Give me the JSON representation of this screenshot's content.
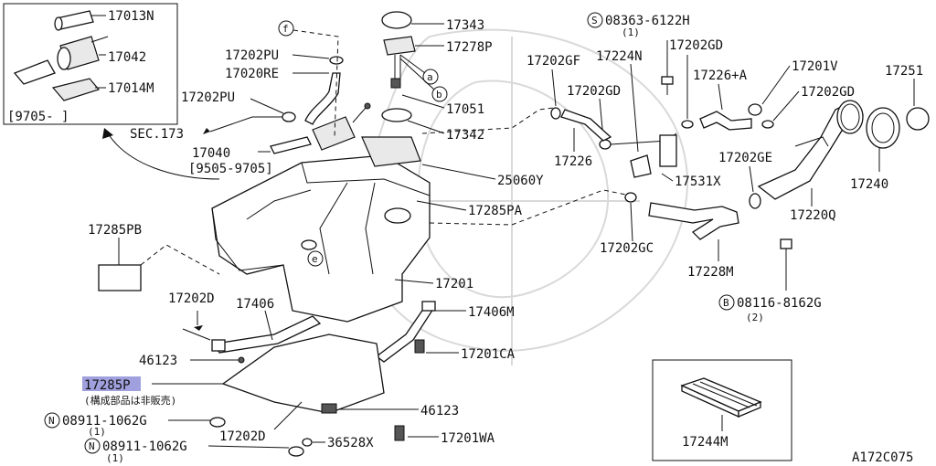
{
  "callouts": {
    "c17013N": "17013N",
    "c17042": "17042",
    "c17014M": "17014M",
    "inset_date": "[9705-      ]",
    "sec173": "SEC.173",
    "c17040": "17040",
    "c17040_date": "[9505-9705]",
    "c17202PU_a": "17202PU",
    "c17020RE": "17020RE",
    "c17202PU_b": "17202PU",
    "c17343": "17343",
    "c17278P": "17278P",
    "c17051": "17051",
    "c17342": "17342",
    "c25060Y": "25060Y",
    "c17285PA": "17285PA",
    "c17285PB": "17285PB",
    "c17201": "17201",
    "c17202D_a": "17202D",
    "c17406": "17406",
    "c17406M": "17406M",
    "c46123_a": "46123",
    "c17201CA": "17201CA",
    "c17285P": "17285P",
    "c17285P_note": "(構成部品は非販売)",
    "c46123_b": "46123",
    "n08911_a": "08911-1062G",
    "n08911_a_qty": "(1)",
    "c17202D_b": "17202D",
    "n08911_b": "08911-1062G",
    "n08911_b_qty": "(1)",
    "c36528X": "36528X",
    "c17201WA": "17201WA",
    "s08363": "08363-6122H",
    "s08363_qty": "(1)",
    "c17202GD_a": "17202GD",
    "c17202GF": "17202GF",
    "c17224N": "17224N",
    "c17202GD_b": "17202GD",
    "c17226A": "17226+A",
    "c17201V": "17201V",
    "c17202GD_c": "17202GD",
    "c17251": "17251",
    "c17226": "17226",
    "c17202GE": "17202GE",
    "c17531X": "17531X",
    "c17240": "17240",
    "c17220Q": "17220Q",
    "c17202GC": "17202GC",
    "c17228M": "17228M",
    "b08116": "08116-8162G",
    "b08116_qty": "(2)",
    "c17244M": "17244M",
    "diagram_code": "A172C075"
  },
  "markers": {
    "f": "f",
    "a": "a",
    "b": "b",
    "e": "e",
    "S": "S",
    "B": "B",
    "N": "N"
  }
}
